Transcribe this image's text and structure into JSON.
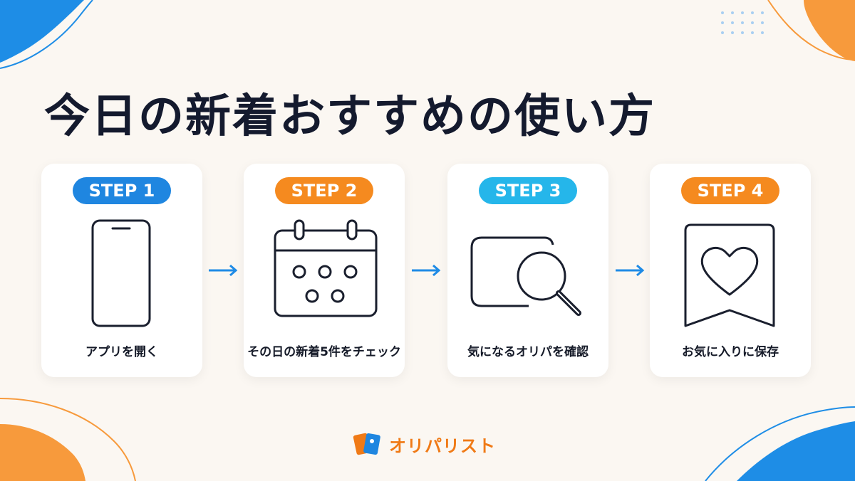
{
  "title": "今日の新着おすすめの使い方",
  "colors": {
    "blue": "#1f8be6",
    "orange": "#f58a1f",
    "sky": "#23b4e8",
    "dark": "#141a2e",
    "background": "#fbf7f2"
  },
  "steps": [
    {
      "badge": "STEP 1",
      "label": "アプリを開く",
      "icon": "smartphone-icon",
      "color": "#1f86e0"
    },
    {
      "badge": "STEP 2",
      "label": "その日の新着5件をチェック",
      "icon": "calendar-icon",
      "color": "#f58a1f"
    },
    {
      "badge": "STEP 3",
      "label": "気になるオリパを確認",
      "icon": "magnifier-icon",
      "color": "#25b6ea"
    },
    {
      "badge": "STEP 4",
      "label": "お気に入りに保存",
      "icon": "heart-bookmark-icon",
      "color": "#f58a1f"
    }
  ],
  "logo": {
    "text": "オリパリスト",
    "icon": "cards-logo-icon"
  }
}
